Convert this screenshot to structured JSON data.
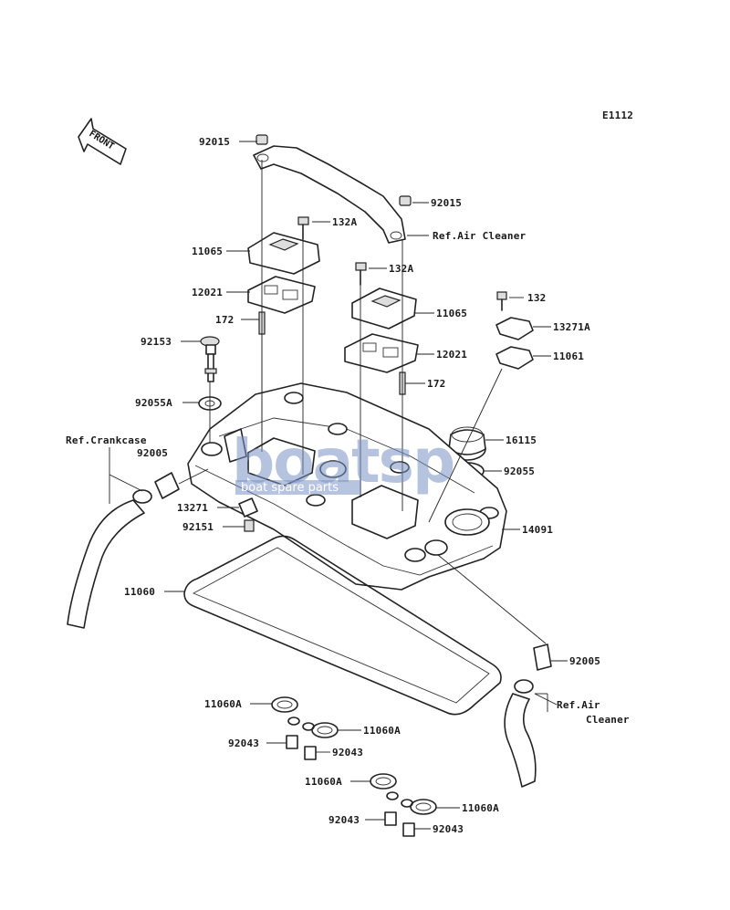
{
  "diagram_code": "E1112",
  "front_arrow_text": "FRONT",
  "watermark": {
    "main": "boatsp",
    "sub": "boat spare parts"
  },
  "labels": {
    "p92015_top": "92015",
    "p92015_right": "92015",
    "p132A_top": "132A",
    "ref_air_cleaner_top": "Ref.Air Cleaner",
    "p11065_left": "11065",
    "p132A_mid": "132A",
    "p132": "132",
    "p12021_left": "12021",
    "p11065_right": "11065",
    "p13271A": "13271A",
    "p172_left": "172",
    "p11061": "11061",
    "p92153": "92153",
    "p12021_right": "12021",
    "p172_right": "172",
    "p92055A": "92055A",
    "p16115": "16115",
    "ref_crankcase": "Ref.Crankcase",
    "p92005_left": "92005",
    "p92055": "92055",
    "p13271": "13271",
    "p14091": "14091",
    "p92151": "92151",
    "p11060": "11060",
    "p92005_right": "92005",
    "ref_air_cleaner_bottom_1": "Ref.Air",
    "ref_air_cleaner_bottom_2": "Cleaner",
    "p11060A_1": "11060A",
    "p11060A_2": "11060A",
    "p92043_1": "92043",
    "p92043_2": "92043",
    "p11060A_3": "11060A",
    "p11060A_4": "11060A",
    "p92043_3": "92043",
    "p92043_4": "92043"
  }
}
